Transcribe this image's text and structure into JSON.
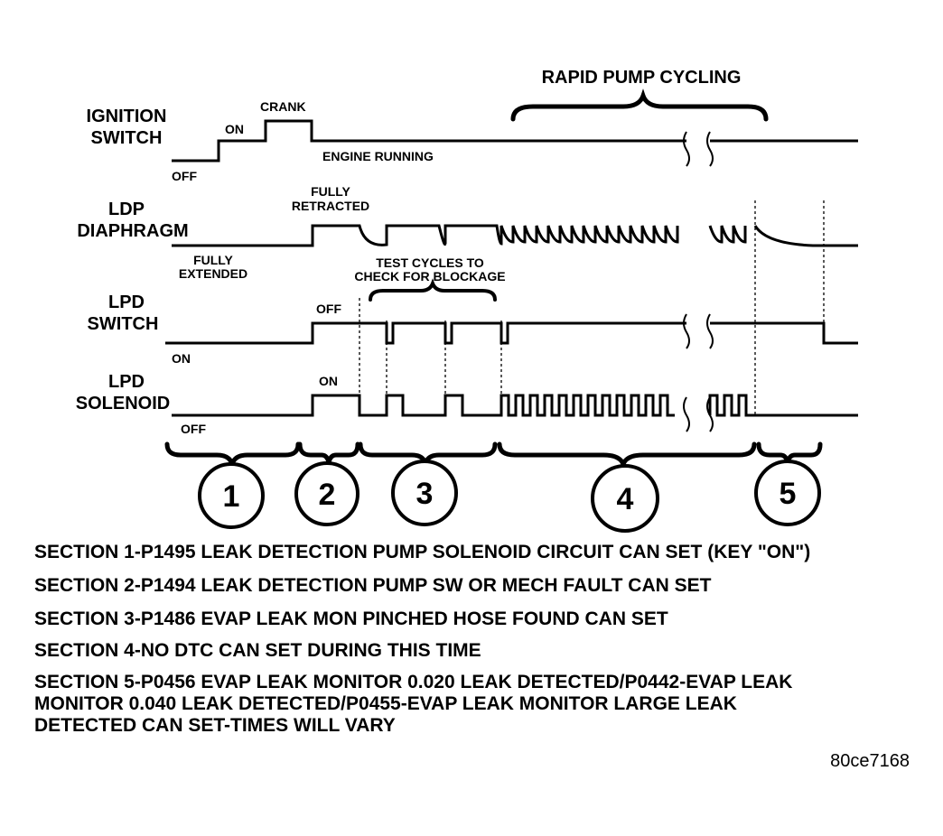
{
  "title": "RAPID PUMP CYCLING",
  "signals": {
    "ignition": {
      "name_1": "IGNITION",
      "name_2": "SWITCH",
      "off": "OFF",
      "on": "ON",
      "crank": "CRANK",
      "running": "ENGINE RUNNING"
    },
    "ldp": {
      "name_1": "LDP",
      "name_2": "DIAPHRAGM",
      "retracted_1": "FULLY",
      "retracted_2": "RETRACTED",
      "extended_1": "FULLY",
      "extended_2": "EXTENDED"
    },
    "switch": {
      "name_1": "LPD",
      "name_2": "SWITCH",
      "off": "OFF",
      "on": "ON",
      "test_1": "TEST CYCLES TO",
      "test_2": "CHECK FOR BLOCKAGE"
    },
    "solenoid": {
      "name_1": "LPD",
      "name_2": "SOLENOID",
      "on": "ON",
      "off": "OFF"
    }
  },
  "sections": [
    {
      "number": "1",
      "text": "SECTION 1-P1495 LEAK DETECTION PUMP SOLENOID CIRCUIT CAN SET (KEY \"ON\")"
    },
    {
      "number": "2",
      "text": "SECTION 2-P1494 LEAK DETECTION PUMP SW OR MECH FAULT CAN SET"
    },
    {
      "number": "3",
      "text": "SECTION 3-P1486 EVAP LEAK MON PINCHED HOSE FOUND CAN SET"
    },
    {
      "number": "4",
      "text": "SECTION 4-NO DTC CAN SET DURING THIS TIME"
    },
    {
      "number": "5",
      "lines": [
        "SECTION 5-P0456 EVAP LEAK MONITOR 0.020 LEAK DETECTED/P0442-EVAP LEAK",
        "MONITOR 0.040 LEAK DETECTED/P0455-EVAP LEAK MONITOR LARGE LEAK",
        "DETECTED CAN SET-TIMES WILL VARY"
      ]
    }
  ],
  "figure_id": "80ce7168"
}
